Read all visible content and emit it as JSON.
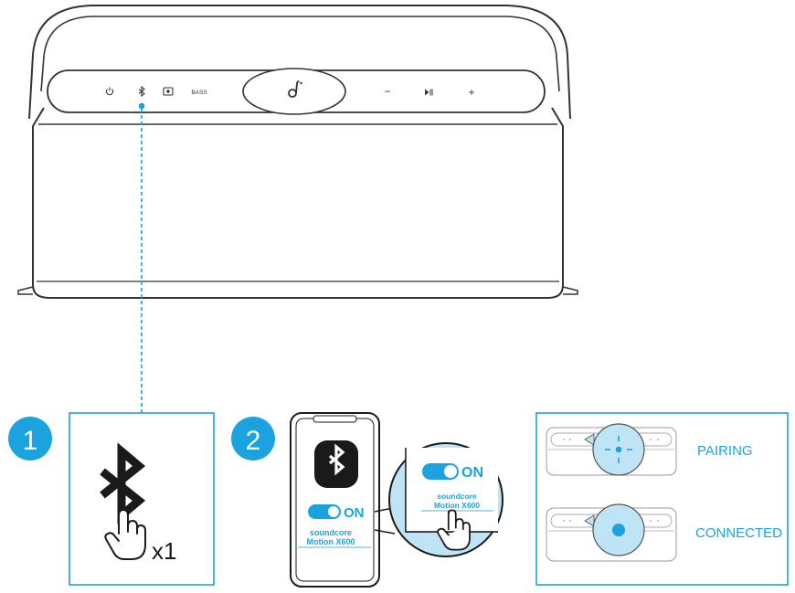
{
  "speaker": {
    "model": "soundcore Motion X600",
    "buttons": {
      "power": "power-icon",
      "bluetooth": "bluetooth-icon",
      "mode": "mode-icon",
      "bass_label": "BASS",
      "center": "soundcore-logo",
      "volume_down": "−",
      "play_pause": "play-pause-icon",
      "volume_up": "+"
    }
  },
  "steps": [
    {
      "number": "1",
      "press_count": "x1"
    },
    {
      "number": "2",
      "toggle_state": "ON",
      "device_name_line1": "soundcore",
      "device_name_line2": "Motion X600"
    }
  ],
  "status": {
    "pairing_label": "PAIRING",
    "connected_label": "CONNECTED"
  },
  "colors": {
    "accent": "#1aa3de",
    "outline": "#333333",
    "toggle": "#1aa3de"
  }
}
